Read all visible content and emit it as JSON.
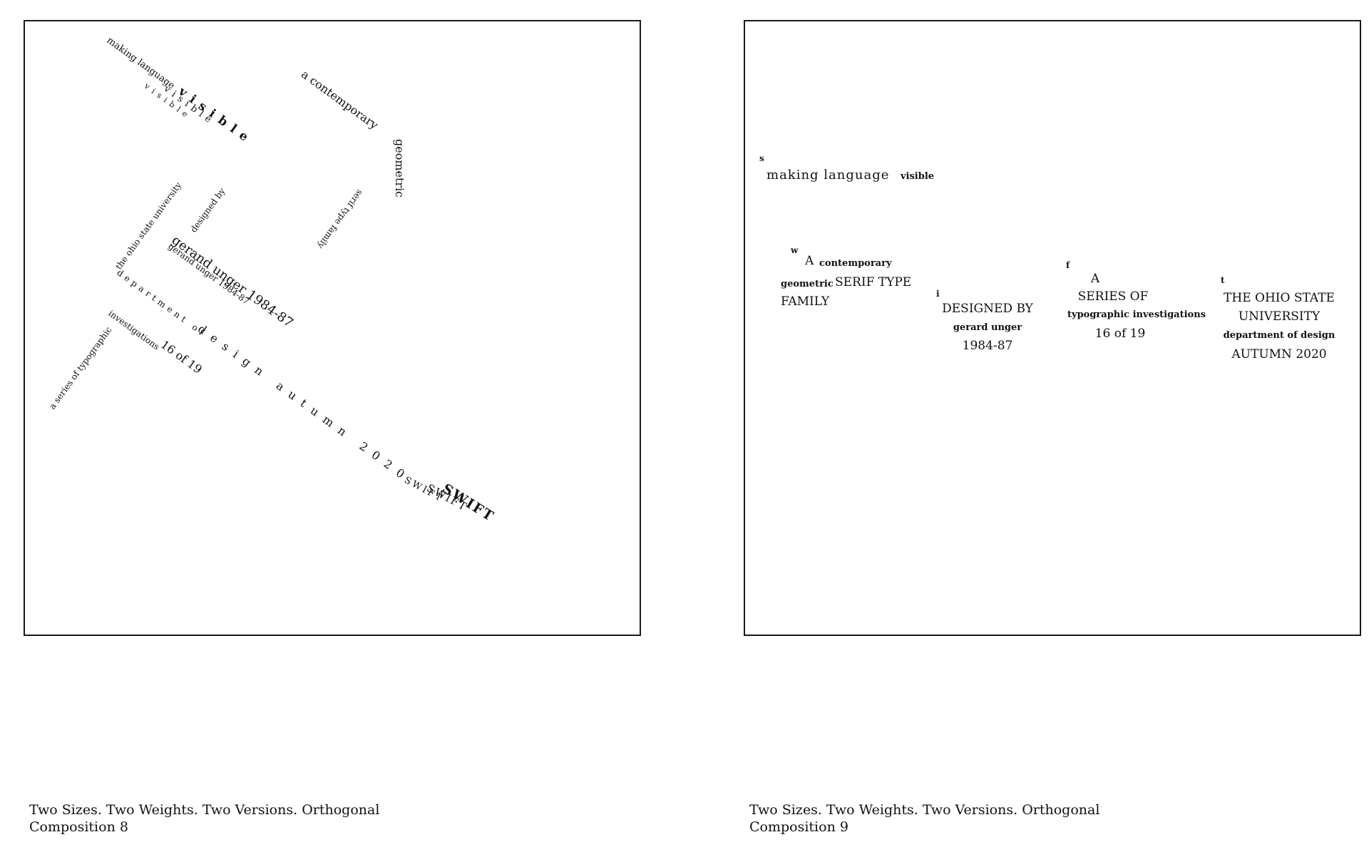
{
  "composition_8": {
    "making_language": "making language",
    "visible_1": "visible",
    "visible_2": "visible",
    "visible_3": "visible",
    "a_contemporary": "a contemporary",
    "geometric": "geometric",
    "serif_type_family": "serif type family",
    "the_ohio_state_university": "the ohio state university",
    "designed_by": "designed by",
    "gerand_unger_1984_87": "gerand unger 1984-87",
    "gerand_unger_1984_87_small": "gerand unger 1984-87",
    "department_of": "department of",
    "design_autumn_2020": "design autumn 2020",
    "investigations": "investigations",
    "sixteen_of_19": "16 of 19",
    "a_series_of_typographic": "a series of typographic",
    "swift_small": "SWIFT",
    "swift_mid": "SWIFT",
    "swift_bold": "SWIFT",
    "caption_line1": "Two Sizes. Two Weights. Two Versions. Orthogonal",
    "caption_line2": "Composition 8"
  },
  "composition_9": {
    "letter_s": "s",
    "making_language": "making language",
    "visible": "visible",
    "letter_w": "w",
    "a": "A",
    "contemporary": "contemporary",
    "geometric": "geometric",
    "serif_type": "SERIF TYPE",
    "family": "FAMILY",
    "letter_i": "i",
    "designed_by": "DESIGNED BY",
    "gerard_unger": "gerard unger",
    "years": "1984-87",
    "letter_f": "f",
    "a_2": "A",
    "series_of": "SERIES OF",
    "typographic_investigations": "typographic investigations",
    "sixteen_of_19": "16 of 19",
    "letter_t": "t",
    "the_ohio_state": "THE OHIO STATE",
    "university": "UNIVERSITY",
    "department_of_design": "department of design",
    "autumn_2020": "AUTUMN 2020",
    "caption_line1": "Two Sizes. Two Weights. Two Versions. Orthogonal",
    "caption_line2": "Composition 9"
  }
}
